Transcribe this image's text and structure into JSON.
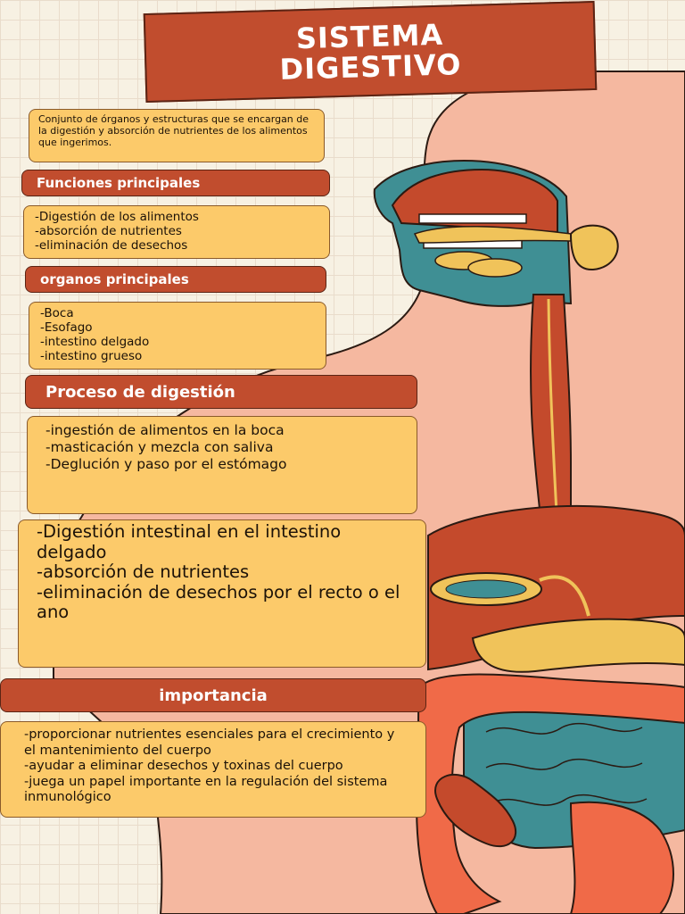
{
  "title": "SISTEMA\nDIGESTIVO",
  "intro": "Conjunto de órganos y estructuras que se encargan de la digestión y absorción de nutrientes de los alimentos que ingerimos.",
  "funciones": {
    "header": "Funciones principales",
    "items": [
      "-Digestión de los alimentos",
      "-absorción de nutrientes",
      "-eliminación de desechos"
    ]
  },
  "organos": {
    "header": "organos principales",
    "items": [
      "-Boca",
      "-Esofago",
      "-intestino delgado",
      "-intestino grueso"
    ]
  },
  "proceso": {
    "header": "Proceso de digestión",
    "items_a": [
      "-ingestión de alimentos en la boca",
      "-masticación y mezcla con saliva",
      "-Deglución y paso por el estómago"
    ],
    "items_b": [
      "-Digestión intestinal en el intestino delgado",
      "-absorción de nutrientes",
      "-eliminación de desechos por el recto o el ano"
    ]
  },
  "importancia": {
    "header": "importancia",
    "items": [
      "-proporcionar nutrientes esenciales para el crecimiento y el mantenimiento del cuerpo",
      "-ayudar a eliminar desechos y toxinas del cuerpo",
      "-juega un papel importante en la regulación del sistema inmunológico"
    ]
  },
  "colors": {
    "header_red": "#c14d2e",
    "box_yellow": "#fcca6a",
    "body_pink": "#f5b8a0",
    "teal": "#3f8f94",
    "intestine_orange": "#f06a48",
    "liver": "#c44a2c"
  }
}
